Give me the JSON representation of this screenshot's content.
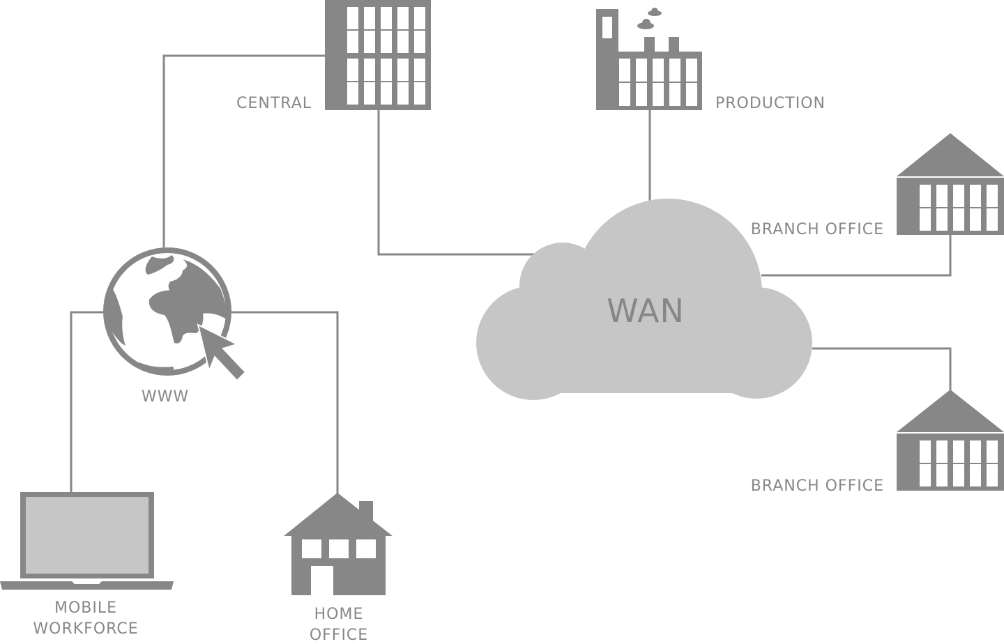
{
  "diagram": {
    "type": "network-topology",
    "colors": {
      "icon": "#878787",
      "line": "#878787",
      "cloud": "#c5c6c5",
      "label": "#878787",
      "background": "#ffffff"
    },
    "hub": {
      "label": "WAN",
      "icon": "cloud-icon"
    },
    "nodes": {
      "central": {
        "label": "CENTRAL",
        "icon": "office-building-icon"
      },
      "production": {
        "label": "PRODUCTION",
        "icon": "factory-icon"
      },
      "branch_office_1": {
        "label": "BRANCH OFFICE",
        "icon": "branch-office-building-icon"
      },
      "branch_office_2": {
        "label": "BRANCH OFFICE",
        "icon": "branch-office-building-icon"
      },
      "www": {
        "label": "WWW",
        "icon": "globe-cursor-icon"
      },
      "mobile_workforce": {
        "label_line1": "MOBILE",
        "label_line2": "WORKFORCE",
        "icon": "laptop-icon"
      },
      "home_office": {
        "label_line1": "HOME",
        "label_line2": "OFFICE",
        "icon": "house-icon"
      }
    },
    "connections": [
      {
        "from": "CENTRAL",
        "to": "WWW"
      },
      {
        "from": "CENTRAL",
        "to": "WAN"
      },
      {
        "from": "PRODUCTION",
        "to": "WAN"
      },
      {
        "from": "BRANCH OFFICE (upper)",
        "to": "WAN"
      },
      {
        "from": "BRANCH OFFICE (lower)",
        "to": "WAN"
      },
      {
        "from": "WWW",
        "to": "MOBILE WORKFORCE"
      },
      {
        "from": "WWW",
        "to": "HOME OFFICE"
      }
    ]
  }
}
